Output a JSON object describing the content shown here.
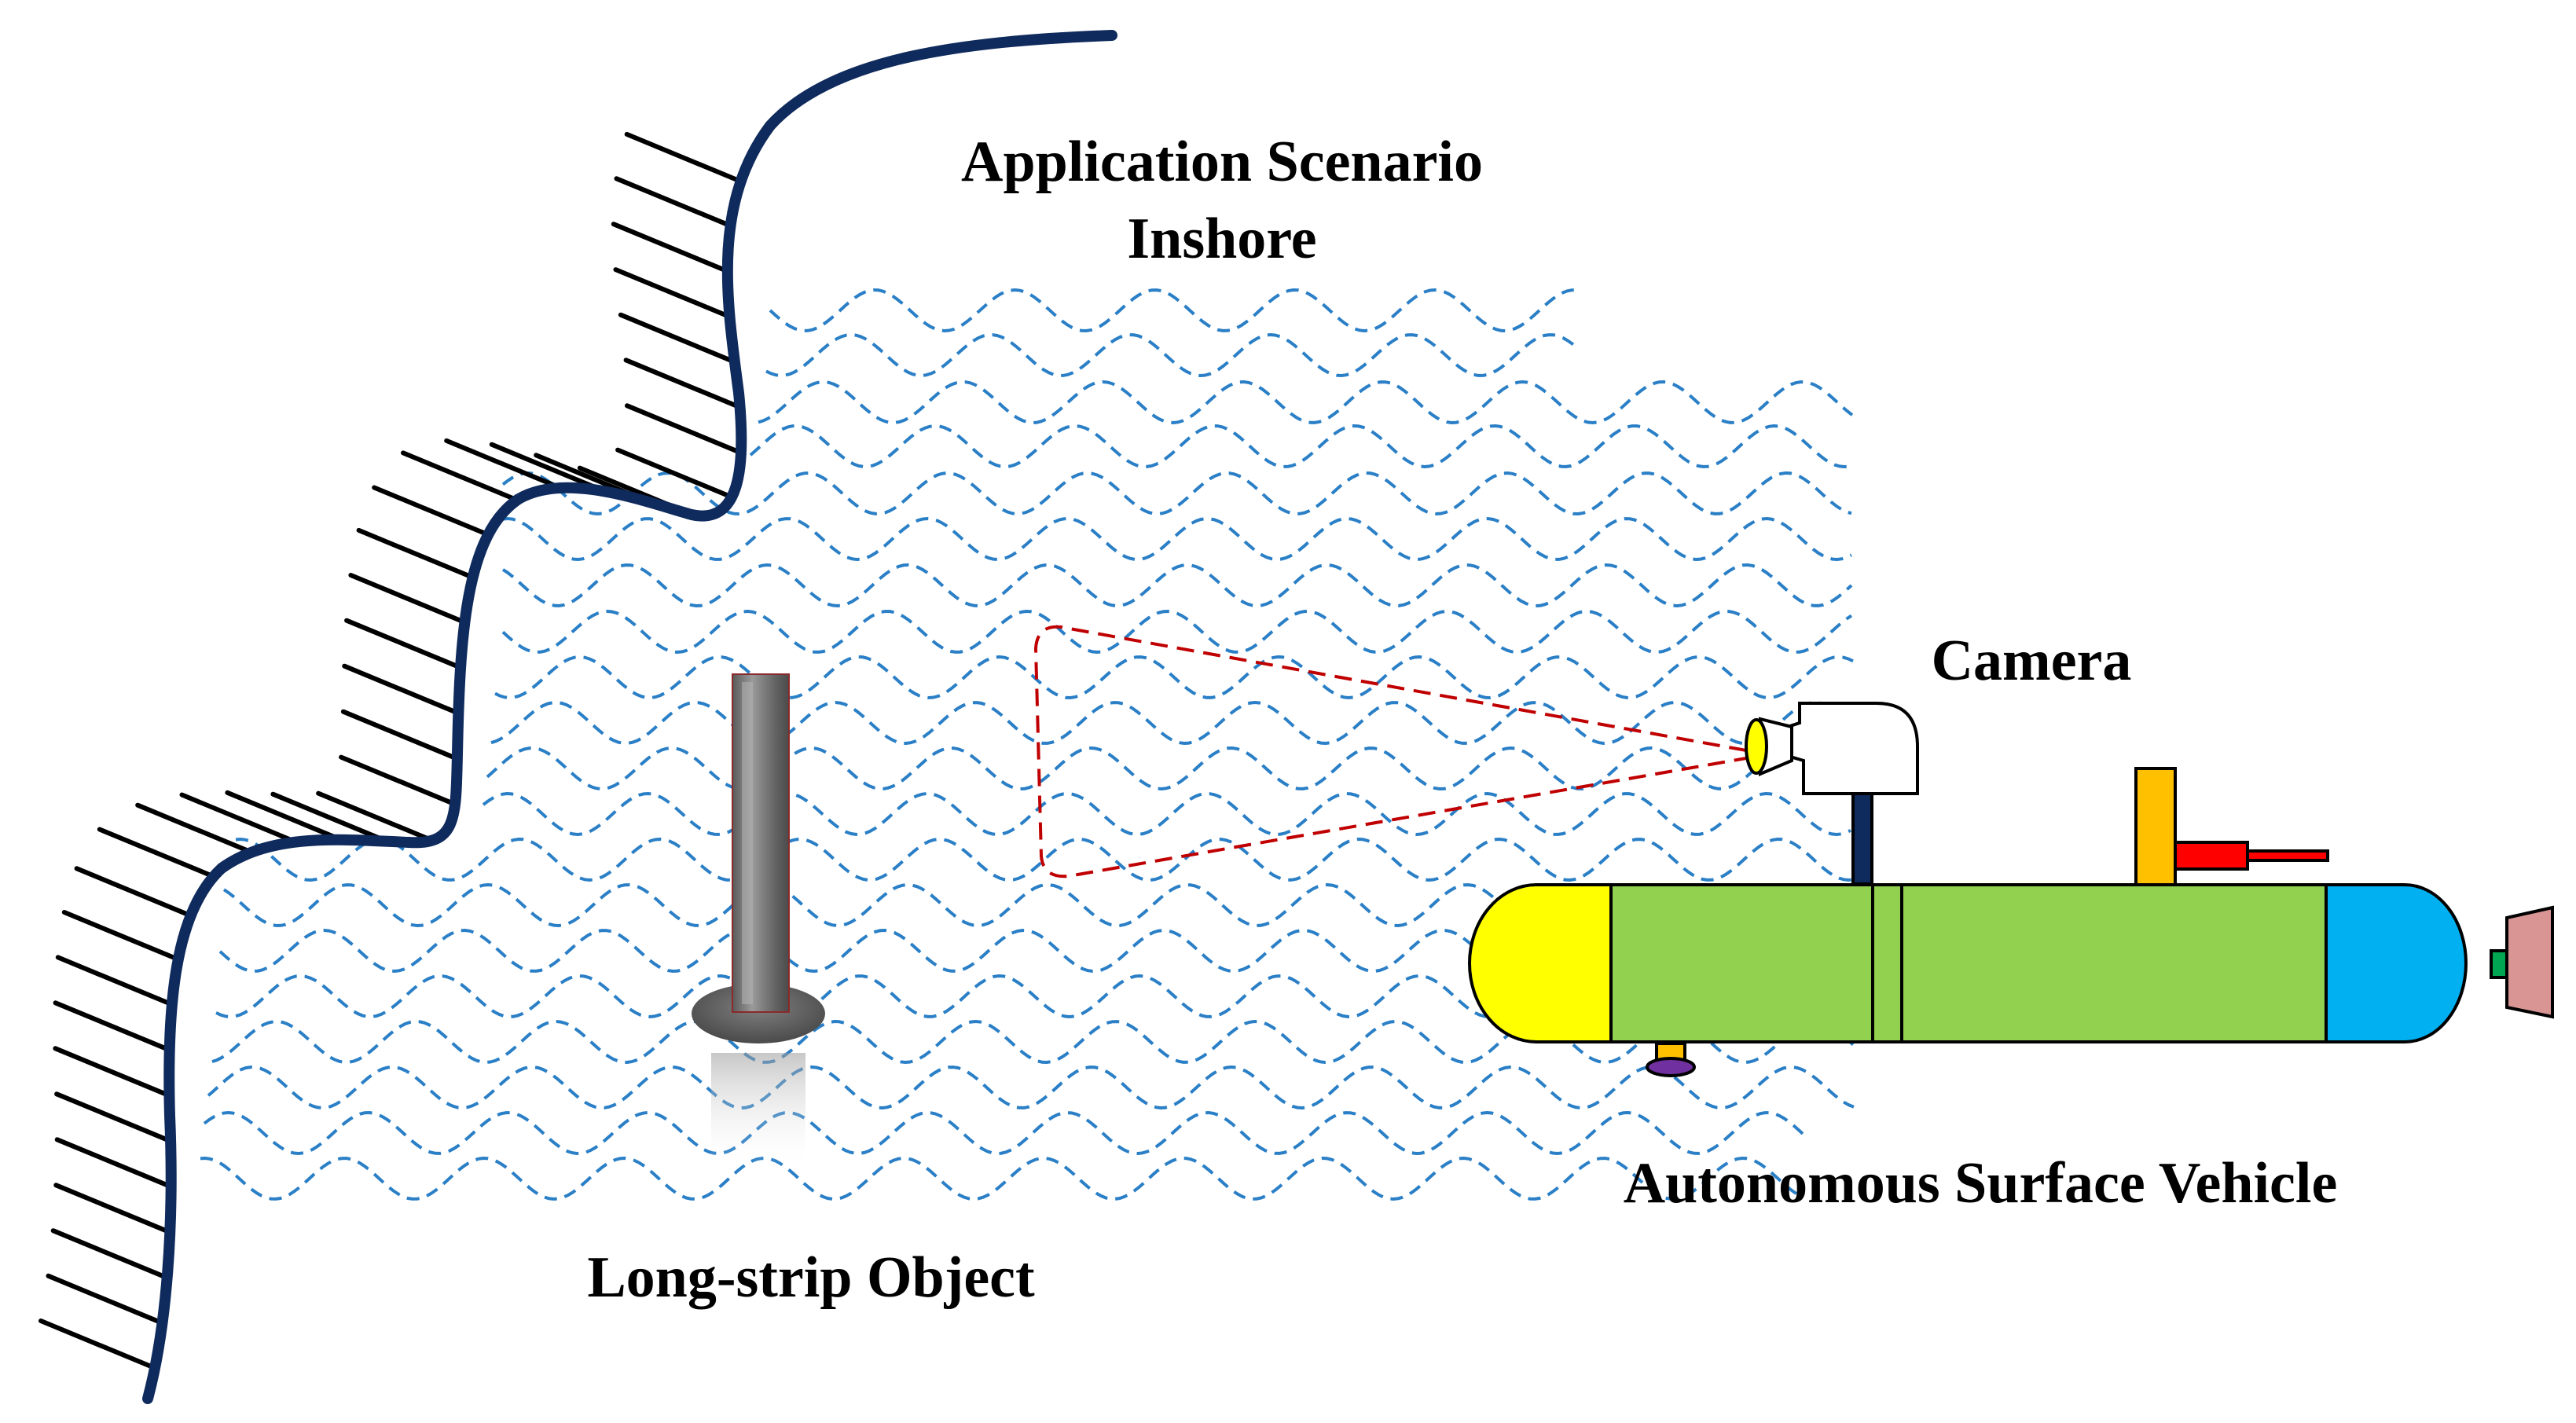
{
  "labels": {
    "title_line1": "Application Scenario",
    "title_line2": "Inshore",
    "camera": "Camera",
    "object": "Long-strip Object",
    "vehicle": "Autonomous Surface Vehicle"
  },
  "colors": {
    "shoreline": "#0f2a5c",
    "hatch": "#000000",
    "waves": "#2a7fc6",
    "sensing_cone": "#c00000",
    "vehicle_bow": "#ffff00",
    "vehicle_hull": "#92d050",
    "vehicle_stern": "#00b0f0",
    "thruster": "#d99594",
    "thruster_shaft": "#00a651",
    "mast": "#ffc000",
    "antenna": "#ff0000",
    "camera_mount": "#0f2a5c",
    "keel": "#7030a0",
    "object_body": "#6b6b6b"
  },
  "icons": {
    "camera": "camera-icon",
    "vehicle": "surface-vehicle-icon",
    "object": "pole-icon"
  }
}
